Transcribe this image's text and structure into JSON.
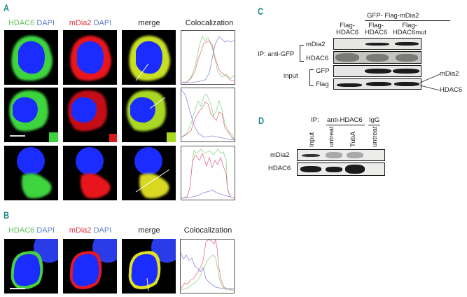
{
  "figure": {
    "panels": {
      "A": {
        "letter": "A",
        "columns": {
          "hdac6": "HDAC6",
          "dapi1": "DAPI",
          "mdia2": "mDia2",
          "dapi2": "DAPI",
          "merge": "merge",
          "coloc": "Colocalization"
        },
        "rows": 3
      },
      "B": {
        "letter": "B",
        "columns": {
          "hdac6": "HDAC6",
          "dapi1": "DAPI",
          "mdia2": "mDia2",
          "dapi2": "DAPI",
          "merge": "merge",
          "coloc": "Colocalization"
        }
      },
      "C": {
        "letter": "C",
        "group_header": "GFP- Flag-mDia2",
        "lanes": [
          {
            "line1": "Flag-",
            "line2": "HDAC6"
          },
          {
            "line1": "Flag-",
            "line2": "HDAC6"
          },
          {
            "line1": "Flag-",
            "line2": "HDAC6mut"
          }
        ],
        "ip_label": "IP: anti-GFP",
        "input_label": "input",
        "rows": [
          "mDia2",
          "HDAC6",
          "GFP",
          "Flag"
        ],
        "right_labels": [
          "mDia2",
          "HDAC6"
        ]
      },
      "D": {
        "letter": "D",
        "ip_prefix": "IP:",
        "ip_group": "anti-HDAC6",
        "igg_group": "IgG",
        "lanes": [
          "Input",
          "untreat",
          "TubA",
          "untreat"
        ],
        "rows": [
          "mDia2",
          "HDAC6"
        ]
      }
    },
    "colors": {
      "panel_letter": "#1d8a8c",
      "hdac6_green": "#5fc65a",
      "dapi_blue": "#5b7fc6",
      "mdia2_red": "#e1363f"
    }
  }
}
